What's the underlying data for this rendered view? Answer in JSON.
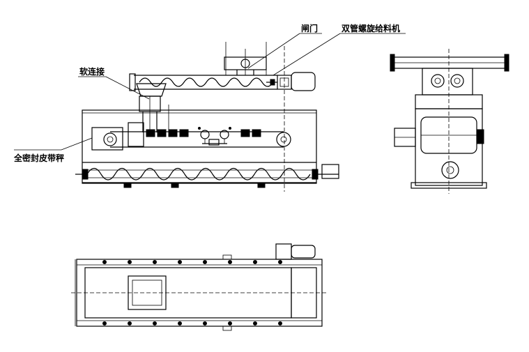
{
  "labels": {
    "gate": "闸门",
    "double_screw_feeder": "双管螺旋给料机",
    "soft_connection": "软连接",
    "sealed_belt_scale": "全密封皮带秤"
  },
  "colors": {
    "line": "#000000",
    "background": "#ffffff"
  }
}
